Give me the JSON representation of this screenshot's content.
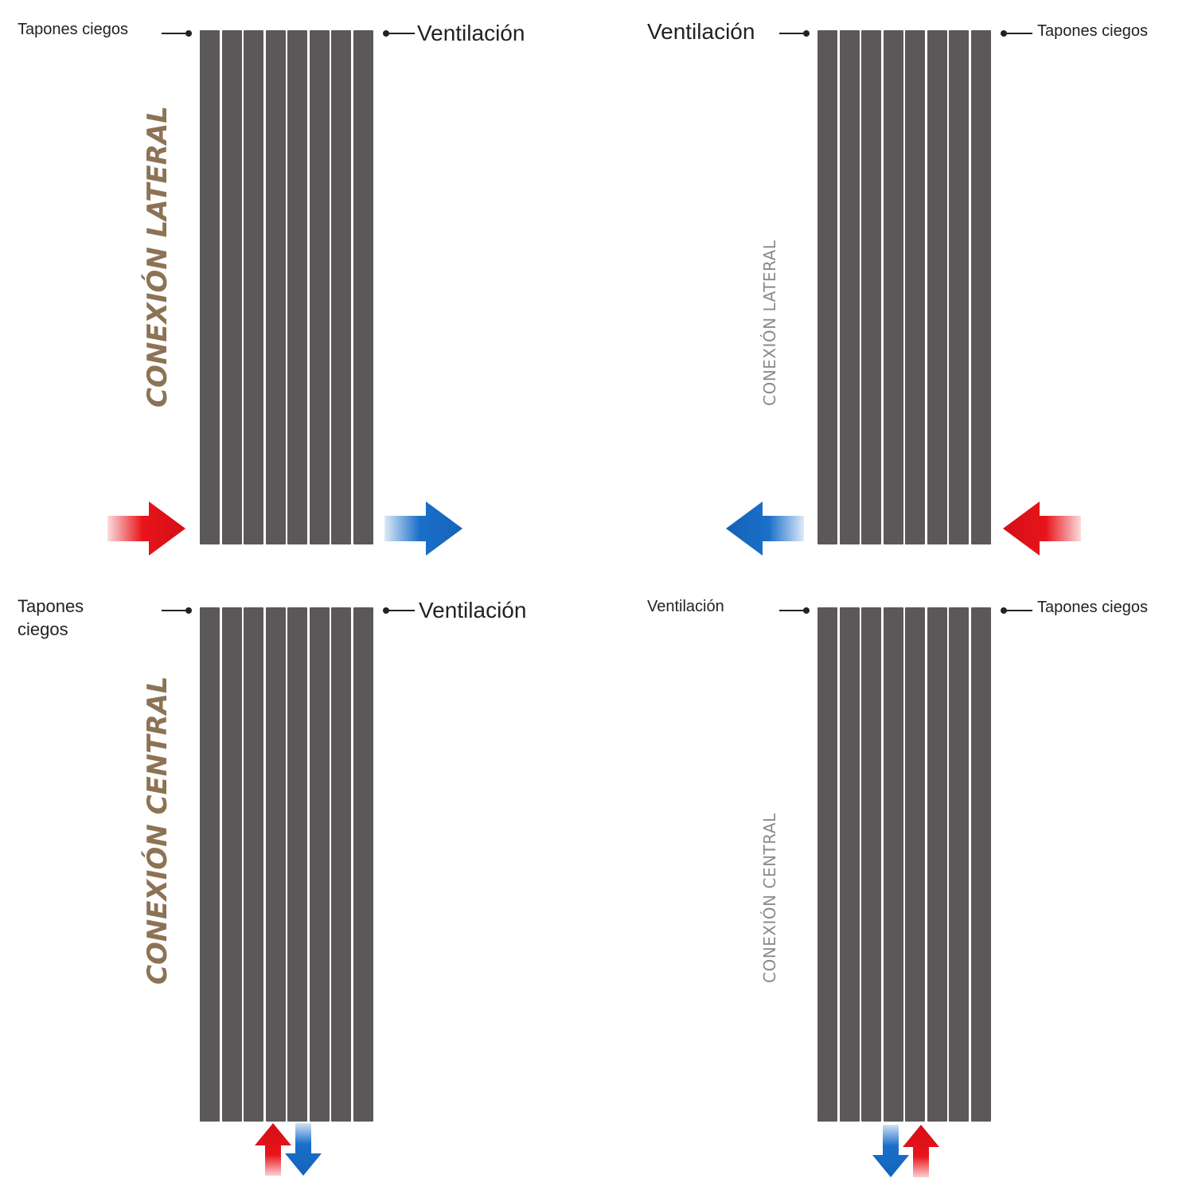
{
  "colors": {
    "radiator": "#5b585a",
    "hot_arrow": "#e8141b",
    "cold_arrow": "#1a6fc9",
    "title_accent": "#8c7354",
    "title_muted": "#8a8a8a",
    "text": "#222222"
  },
  "panels": [
    {
      "id": "q1",
      "left_label": "Tapones ciegos",
      "right_label": "Ventilación",
      "title": "CONEXIÓN LATERAL",
      "flow": "side-left-in-right-out"
    },
    {
      "id": "q2",
      "left_label": "Ventilación",
      "right_label": "Tapones ciegos",
      "title": "CONEXIÓN LATERAL",
      "flow": "side-right-in-left-out"
    },
    {
      "id": "q3",
      "left_label": "Tapones ciegos",
      "right_label": "Ventilación",
      "title": "CONEXIÓN CENTRAL",
      "flow": "bottom-center"
    },
    {
      "id": "q4",
      "left_label": "Ventilación",
      "right_label": "Tapones ciegos",
      "title": "CONEXIÓN CENTRAL",
      "flow": "bottom-center"
    }
  ],
  "icons": {
    "hot_arrow": "hot-water-arrow-icon",
    "cold_arrow": "cold-water-arrow-icon"
  }
}
